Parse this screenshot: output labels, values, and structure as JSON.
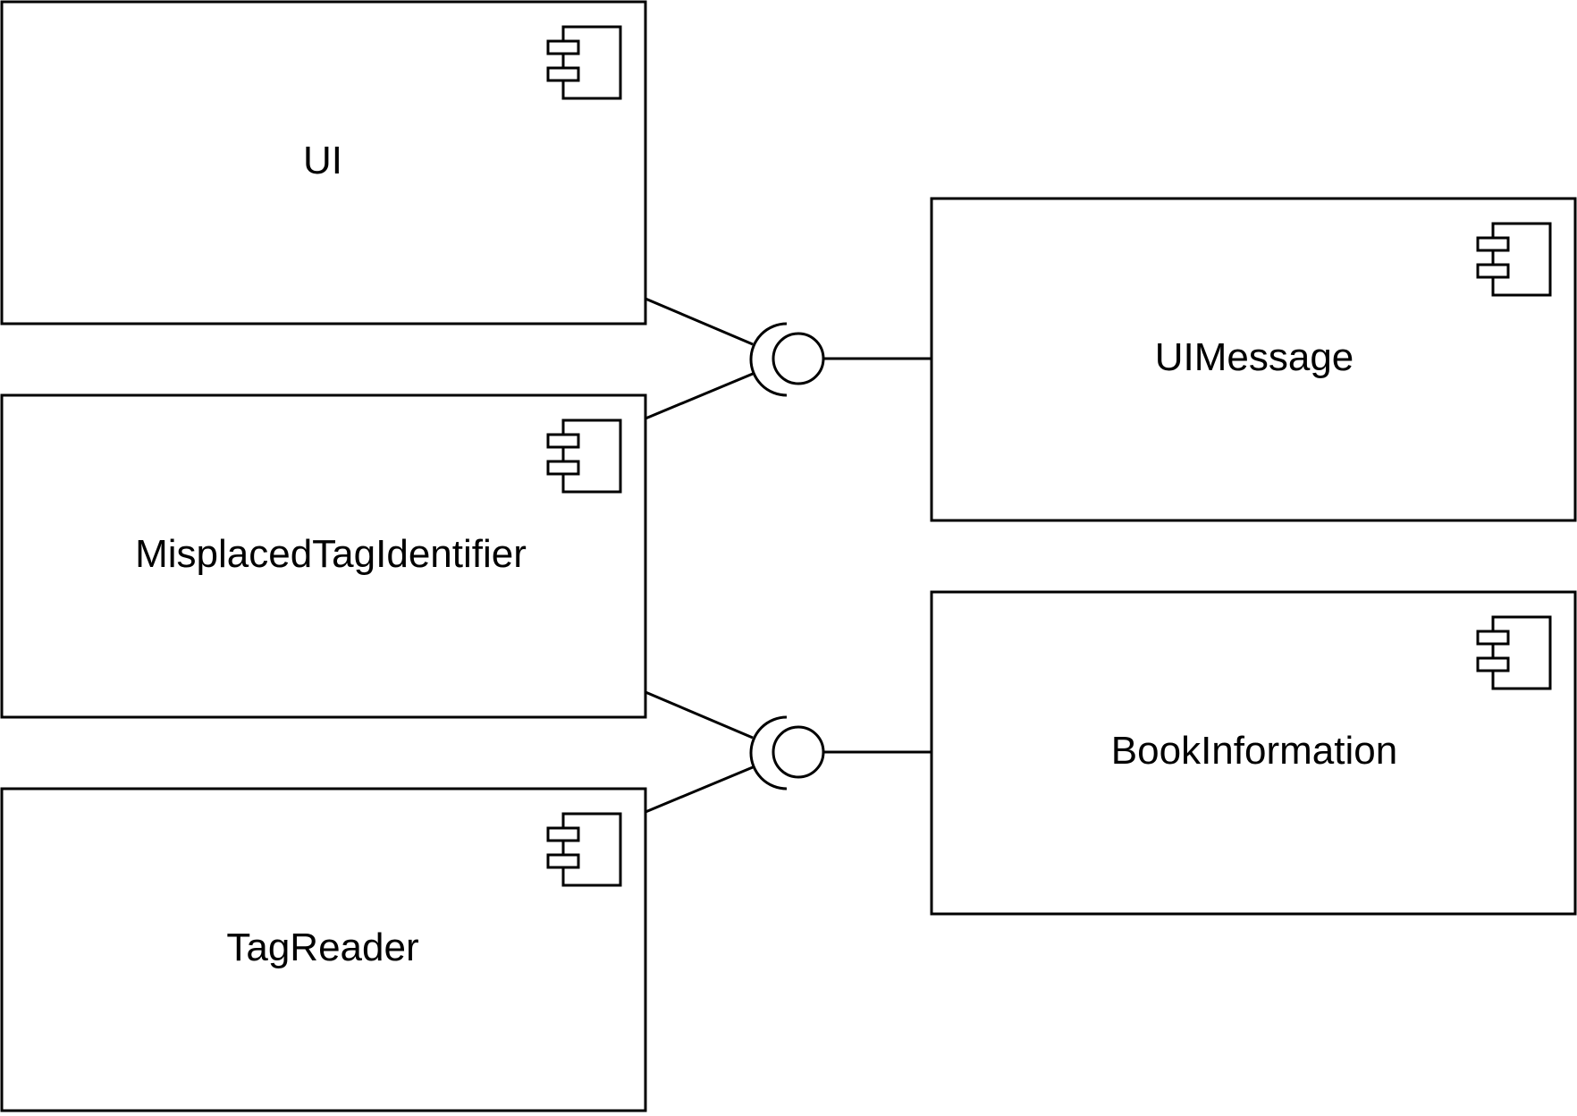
{
  "components": [
    {
      "id": "ui",
      "label": "UI",
      "icon": "component-icon"
    },
    {
      "id": "misplaced",
      "label": "MisplacedTagIdentifier",
      "icon": "component-icon"
    },
    {
      "id": "tagreader",
      "label": "TagReader",
      "icon": "component-icon"
    },
    {
      "id": "uimessage",
      "label": "UIMessage",
      "icon": "component-icon"
    },
    {
      "id": "bookinfo",
      "label": "BookInformation",
      "icon": "component-icon"
    }
  ],
  "interfaces": [
    {
      "id": "uimessage-interface",
      "provider": "uimessage",
      "consumers": [
        "ui",
        "misplaced"
      ]
    },
    {
      "id": "bookinfo-interface",
      "provider": "bookinfo",
      "consumers": [
        "misplaced",
        "tagreader"
      ]
    }
  ],
  "colors": {
    "stroke": "#000000",
    "fill": "#ffffff"
  }
}
